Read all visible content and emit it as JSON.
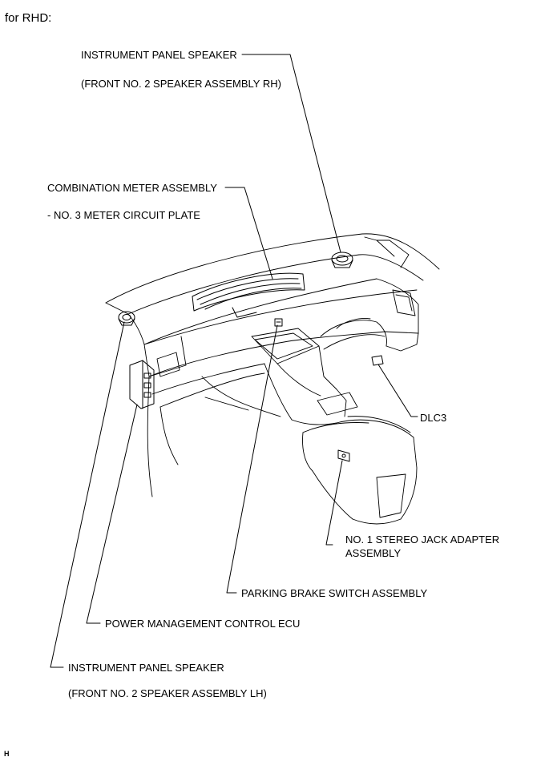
{
  "header": {
    "title": "for RHD:"
  },
  "callouts": {
    "ip_speaker_rh": {
      "line1": "INSTRUMENT PANEL SPEAKER",
      "line2": "(FRONT NO. 2 SPEAKER ASSEMBLY RH)"
    },
    "combination_meter": {
      "line1": "COMBINATION METER ASSEMBLY",
      "line2": "- NO. 3 METER CIRCUIT PLATE"
    },
    "dlc3": {
      "line1": "DLC3"
    },
    "stereo_jack": {
      "line1": "NO. 1 STEREO JACK ADAPTER",
      "line2": "ASSEMBLY"
    },
    "parking_brake": {
      "line1": "PARKING BRAKE SWITCH ASSEMBLY"
    },
    "power_mgmt_ecu": {
      "line1": "POWER MANAGEMENT CONTROL ECU"
    },
    "ip_speaker_lh": {
      "line1": "INSTRUMENT PANEL SPEAKER",
      "line2": "(FRONT NO. 2 SPEAKER ASSEMBLY LH)"
    }
  },
  "footer": {
    "code": "H"
  }
}
